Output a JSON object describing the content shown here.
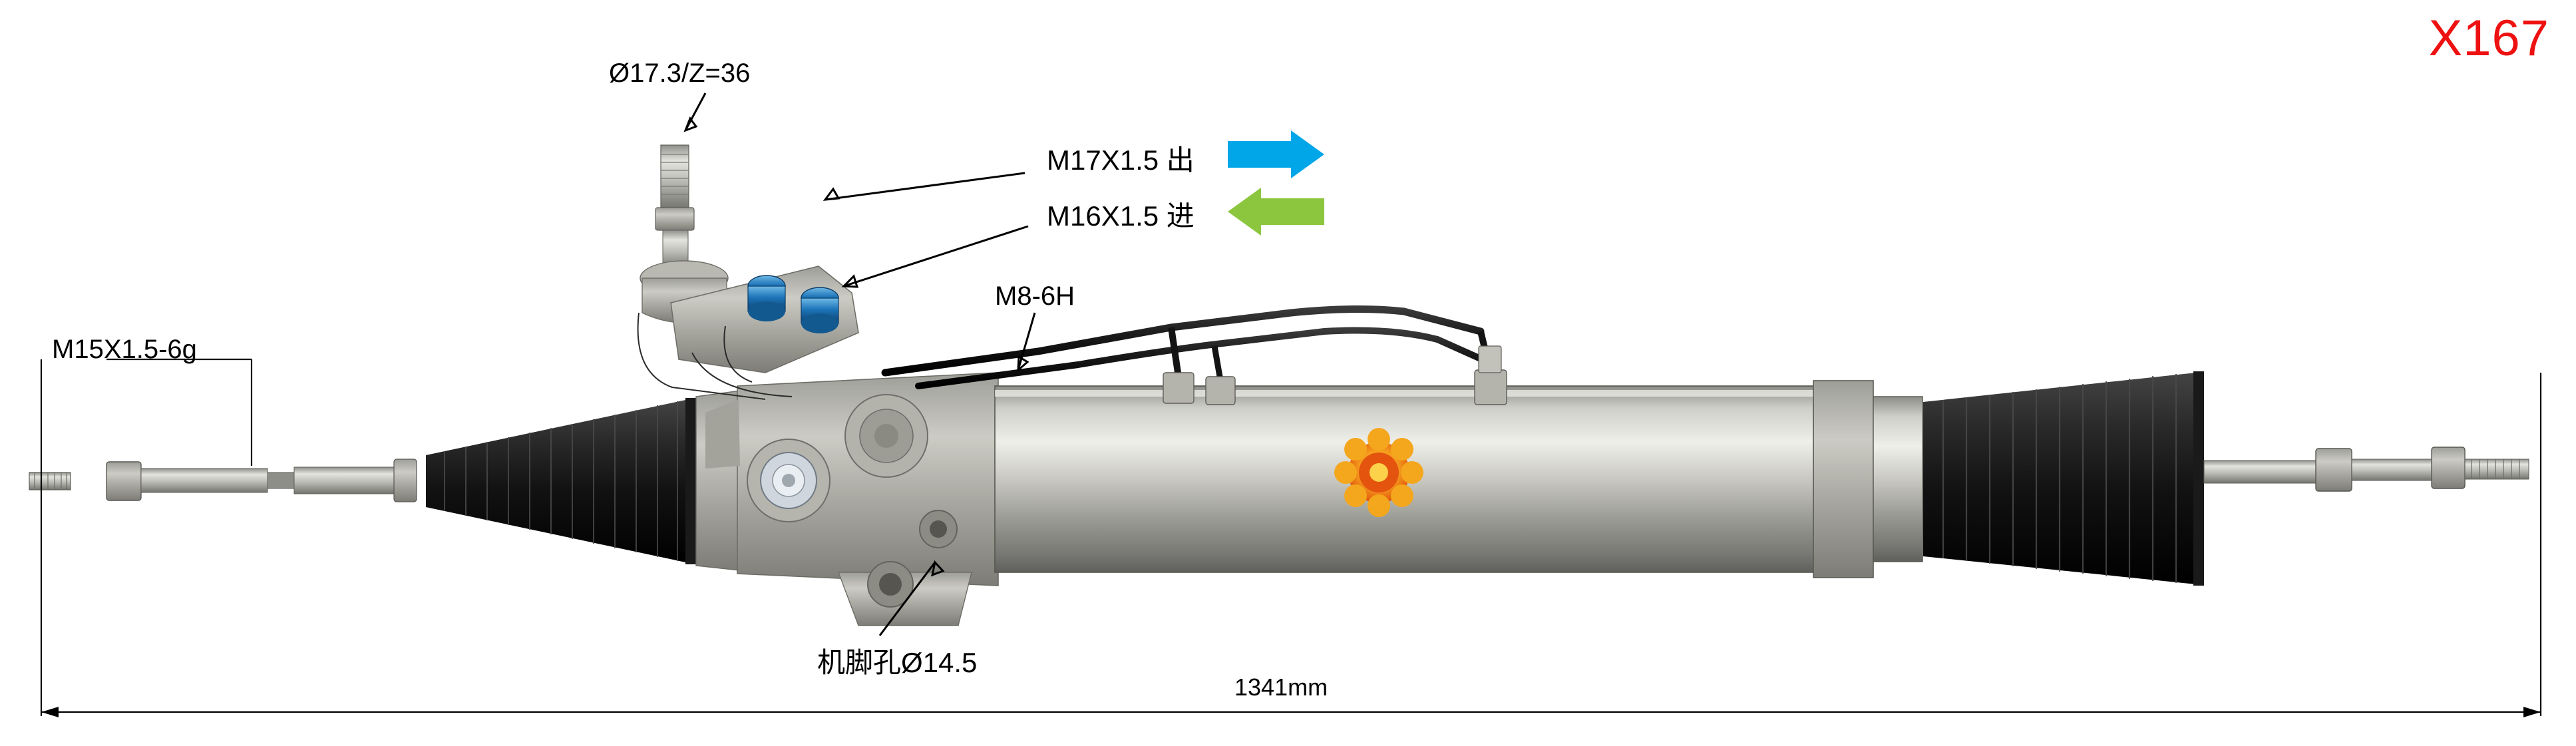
{
  "diagram": {
    "part_code": "X167",
    "title_color": "#ee1111",
    "labels": {
      "shaft_spline": "Ø17.3/Z=36",
      "out_port": "M17X1.5 出",
      "in_port": "M16X1.5 进",
      "m8_thread": "M8-6H",
      "tie_rod_thread": "M15X1.5-6g",
      "mounting_hole": "机脚孔Ø14.5",
      "overall_length": "1341mm"
    },
    "arrows": {
      "out_arrow_color": "#00a6e8",
      "in_arrow_color": "#8cc63f"
    }
  }
}
